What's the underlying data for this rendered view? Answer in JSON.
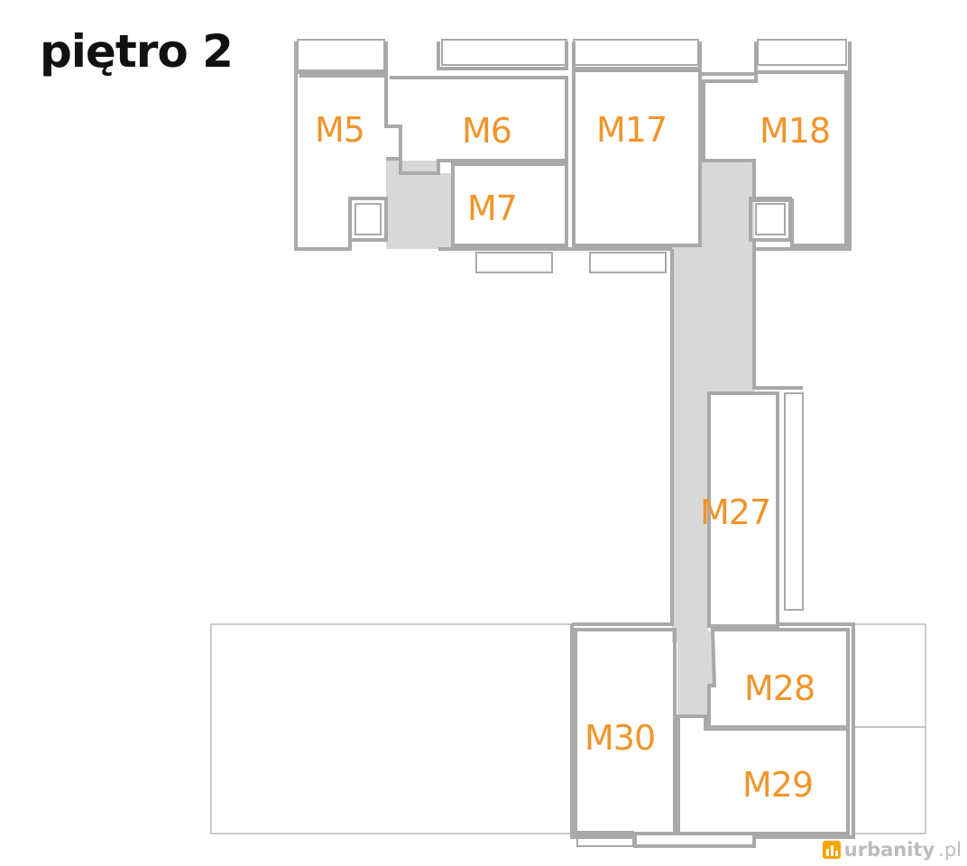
{
  "page": {
    "title": "piętro 2"
  },
  "units": [
    {
      "id": "M5",
      "label": "M5"
    },
    {
      "id": "M6",
      "label": "M6"
    },
    {
      "id": "M7",
      "label": "M7"
    },
    {
      "id": "M17",
      "label": "M17"
    },
    {
      "id": "M18",
      "label": "M18"
    },
    {
      "id": "M27",
      "label": "M27"
    },
    {
      "id": "M28",
      "label": "M28"
    },
    {
      "id": "M29",
      "label": "M29"
    },
    {
      "id": "M30",
      "label": "M30"
    }
  ],
  "colors": {
    "label": "#f0952a",
    "wall": "#a9a9a9",
    "corridor": "#d8d8d8",
    "background": "#ffffff"
  },
  "watermark": {
    "text": "urbanity",
    "suffix": ".pl"
  }
}
